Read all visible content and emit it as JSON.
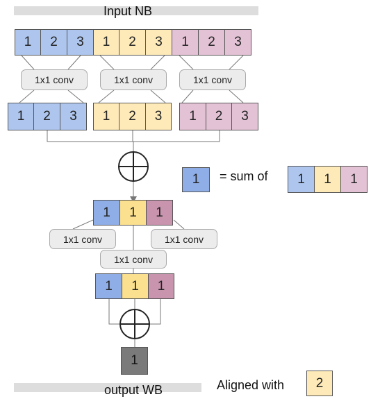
{
  "title": "Input NB",
  "footer_title": "output WB",
  "conv_label": "1x1 conv",
  "legend": {
    "equals_text": "= sum of",
    "aligned_text": "Aligned with"
  },
  "colors": {
    "blue": "#aec6ee",
    "yellow": "#fdeab8",
    "pink": "#e3c2d5",
    "blue_dark": "#8faee7",
    "yellow_dark": "#fbe08f",
    "pink_dark": "#c894ae",
    "gray_dark": "#7a7a7a"
  },
  "input_row": {
    "groups": [
      {
        "color": "blue",
        "cells": [
          "1",
          "2",
          "3"
        ]
      },
      {
        "color": "yellow",
        "cells": [
          "1",
          "2",
          "3"
        ]
      },
      {
        "color": "pink",
        "cells": [
          "1",
          "2",
          "3"
        ]
      }
    ]
  },
  "conv_row_1": [
    "1x1 conv",
    "1x1 conv",
    "1x1 conv"
  ],
  "mid_row": {
    "groups": [
      {
        "color": "blue",
        "cells": [
          "1",
          "2",
          "3"
        ]
      },
      {
        "color": "yellow",
        "cells": [
          "1",
          "2",
          "3"
        ]
      },
      {
        "color": "pink",
        "cells": [
          "1",
          "2",
          "3"
        ]
      }
    ]
  },
  "summed_row": {
    "cells": [
      "1",
      "1",
      "1"
    ]
  },
  "conv_row_2": [
    "1x1 conv",
    "1x1 conv",
    "1x1 conv"
  ],
  "lower_row": {
    "cells": [
      "1",
      "1",
      "1"
    ]
  },
  "output_cell": "1",
  "legend_sum_cell": "1",
  "legend_sum_group": [
    "1",
    "1",
    "1"
  ],
  "legend_aligned_cell": "2"
}
